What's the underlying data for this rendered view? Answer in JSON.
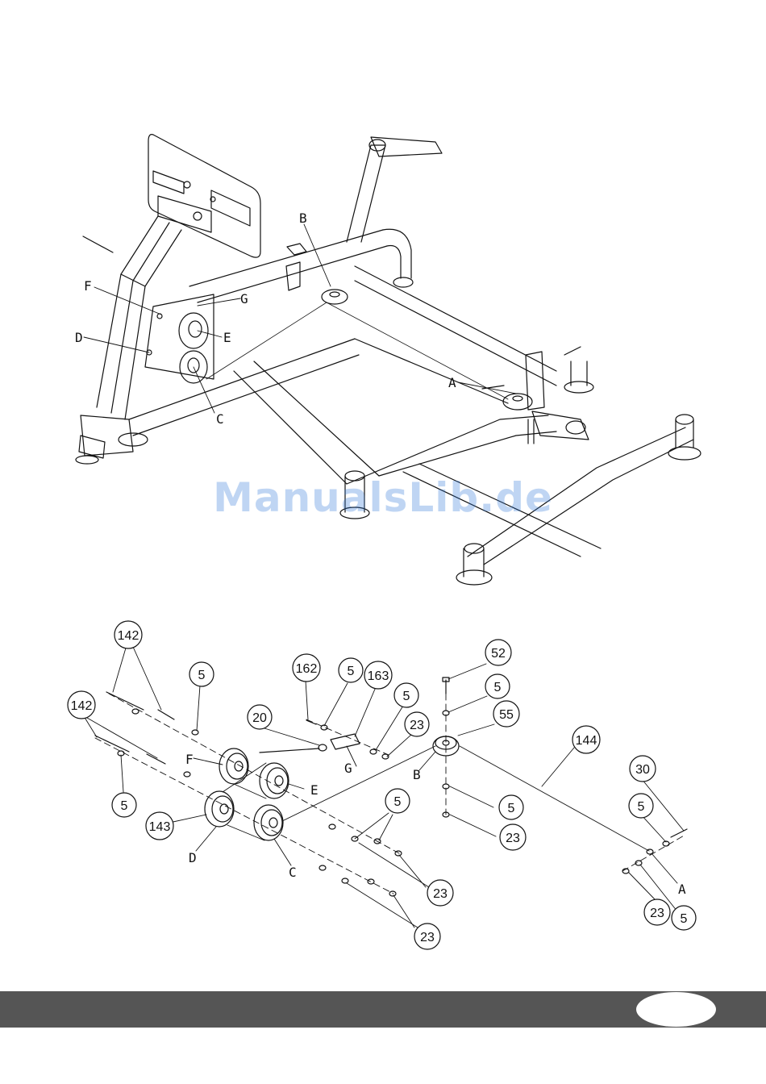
{
  "watermark": "ManualsLib.de",
  "assembly_labels": {
    "A": "A",
    "B": "B",
    "C": "C",
    "D": "D",
    "E": "E",
    "F": "F",
    "G": "G"
  },
  "exploded_labels": {
    "A": "A",
    "B": "B",
    "C": "C",
    "D": "D",
    "E": "E",
    "F": "F",
    "G": "G"
  },
  "parts": {
    "p142a": "142",
    "p142b": "142",
    "p5a": "5",
    "p5b": "5",
    "p5c": "5",
    "p5d": "5",
    "p5e": "5",
    "p5f": "5",
    "p5g": "5",
    "p5h": "5",
    "p5i": "5",
    "p162": "162",
    "p163": "163",
    "p20": "20",
    "p23a": "23",
    "p23b": "23",
    "p23c": "23",
    "p23d": "23",
    "p23e": "23",
    "p52": "52",
    "p55": "55",
    "p143": "143",
    "p144": "144",
    "p30": "30"
  },
  "colors": {
    "line": "#111111",
    "footer": "#555555",
    "watermark": "#2f78d8"
  }
}
